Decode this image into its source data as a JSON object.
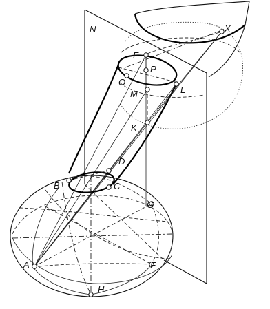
{
  "figure": {
    "labels": {
      "N": "N",
      "X": "X",
      "F": "F",
      "P": "P",
      "O": "O",
      "M": "M",
      "L": "L",
      "K": "K",
      "D": "D",
      "B": "B",
      "C": "C",
      "G": "G",
      "A": "A",
      "E": "E",
      "H": "H"
    }
  }
}
